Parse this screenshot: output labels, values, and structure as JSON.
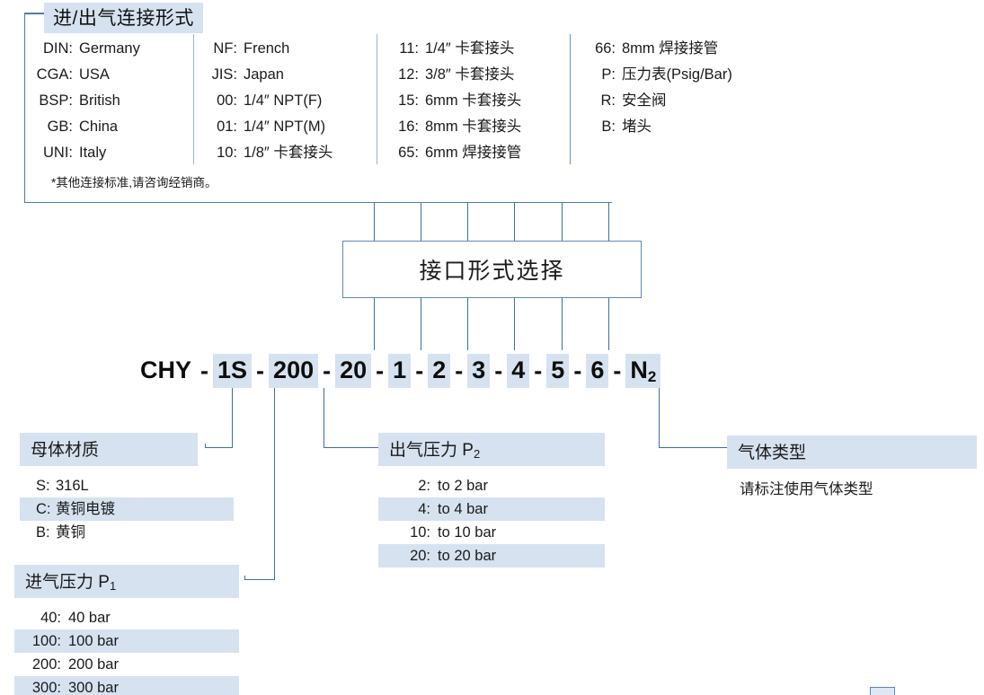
{
  "top_panel": {
    "title": "进/出气连接形式",
    "note": "*其他连接标准,请咨询经销商。",
    "columns": [
      {
        "name": "standards",
        "rows": [
          {
            "key": "DIN:",
            "value": "Germany"
          },
          {
            "key": "CGA:",
            "value": "USA"
          },
          {
            "key": "BSP:",
            "value": "British"
          },
          {
            "key": "GB:",
            "value": "China"
          },
          {
            "key": "UNI:",
            "value": "Italy"
          }
        ]
      },
      {
        "name": "threads",
        "rows": [
          {
            "key": "NF:",
            "value": "French"
          },
          {
            "key": "JIS:",
            "value": "Japan"
          },
          {
            "key": "00:",
            "value": "1/4″ NPT(F)"
          },
          {
            "key": "01:",
            "value": "1/4″ NPT(M)"
          },
          {
            "key": "10:",
            "value": "1/8″ 卡套接头"
          }
        ]
      },
      {
        "name": "ferrule-fittings",
        "rows": [
          {
            "key": "11:",
            "value": "1/4″ 卡套接头"
          },
          {
            "key": "12:",
            "value": "3/8″ 卡套接头"
          },
          {
            "key": "15:",
            "value": "6mm 卡套接头"
          },
          {
            "key": "16:",
            "value": "8mm 卡套接头"
          },
          {
            "key": "65:",
            "value": "6mm 焊接接管"
          }
        ]
      },
      {
        "name": "accessories",
        "rows": [
          {
            "key": "66:",
            "value": "8mm 焊接接管"
          },
          {
            "key": "P:",
            "value": "压力表(Psig/Bar)"
          },
          {
            "key": "R:",
            "value": "安全阀"
          },
          {
            "key": "B:",
            "value": "堵头"
          }
        ]
      }
    ]
  },
  "center_box": {
    "label": "接口形式选择"
  },
  "code": {
    "segments": [
      {
        "text": "CHY",
        "highlight": false
      },
      {
        "text": "1S",
        "highlight": true
      },
      {
        "text": "200",
        "highlight": true
      },
      {
        "text": "20",
        "highlight": true
      },
      {
        "text": "1",
        "highlight": true
      },
      {
        "text": "2",
        "highlight": true
      },
      {
        "text": "3",
        "highlight": true
      },
      {
        "text": "4",
        "highlight": true
      },
      {
        "text": "5",
        "highlight": true
      },
      {
        "text": "6",
        "highlight": true
      },
      {
        "text": "N",
        "subscript": "2",
        "highlight": true
      }
    ],
    "separator": "-"
  },
  "legends": {
    "material": {
      "title": "母体材质",
      "rows": [
        {
          "key": "S:",
          "value": "316L",
          "highlight": false
        },
        {
          "key": "C:",
          "value": "黄铜电镀",
          "highlight": true
        },
        {
          "key": "B:",
          "value": "黄铜",
          "highlight": false
        }
      ]
    },
    "inlet_pressure": {
      "title": "进气压力 P",
      "title_sub": "1",
      "rows": [
        {
          "key": "40:",
          "value": "40 bar",
          "highlight": false
        },
        {
          "key": "100:",
          "value": "100 bar",
          "highlight": true
        },
        {
          "key": "200:",
          "value": "200 bar",
          "highlight": false
        },
        {
          "key": "300:",
          "value": "300 bar",
          "highlight": true
        }
      ]
    },
    "outlet_pressure": {
      "title": "出气压力 P",
      "title_sub": "2",
      "rows": [
        {
          "key": "2:",
          "value": "to 2 bar",
          "highlight": false
        },
        {
          "key": "4:",
          "value": "to 4 bar",
          "highlight": true
        },
        {
          "key": "10:",
          "value": "to 10 bar",
          "highlight": false
        },
        {
          "key": "20:",
          "value": "to 20 bar",
          "highlight": true
        }
      ]
    },
    "gas_type": {
      "title": "气体类型",
      "note": "请标注使用气体类型"
    }
  },
  "colors": {
    "highlight": "#d6e2f0",
    "line": "#3d6ea5",
    "box_border": "#5b86bb",
    "text": "#1a1a1a"
  }
}
